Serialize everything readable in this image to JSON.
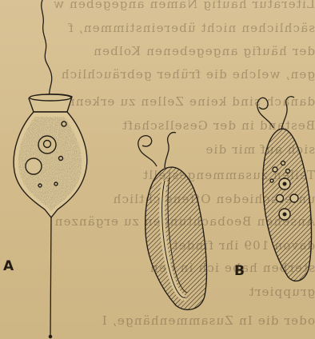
{
  "figure": {
    "labels": {
      "a": "A",
      "b": "B"
    }
  },
  "bleed_through_lines": [
    "Literatur häufig Namen angegeben w",
    "sächlichen nicht übereinstimmen, f",
    "der häufig angegebenen Kolben",
    "gen, welche die früher gebräuchlich",
    "danach sind keine Zellen zu erkennen",
    "Bestand in der Gesellschaft",
    "sich auf mir die",
    "Teilen zusammengestellt",
    "unterschieden Offensichtlich",
    "Ansehen Beobachtungen zu ergänzen",
    "davon 109 ihr findet",
    "sterben habe ich in den",
    "gruppiert",
    "oder die In Zusammenhänge, I"
  ],
  "colors": {
    "paper": "#d4bd8f",
    "ink": "#231d15"
  }
}
